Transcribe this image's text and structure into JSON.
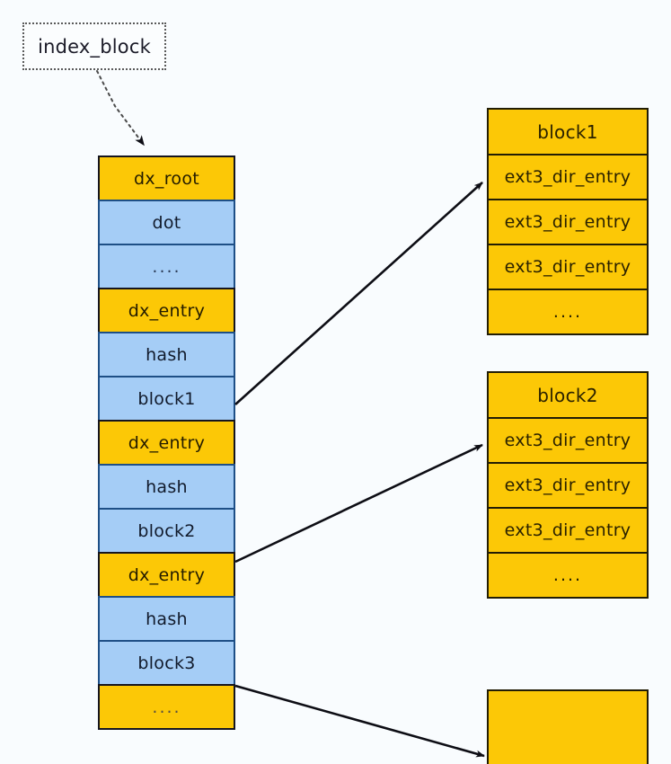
{
  "annotation": {
    "label": "index_block"
  },
  "index_column": {
    "name": "index-block-table",
    "rows": [
      {
        "label": "dx_root",
        "style": "yellow"
      },
      {
        "label": "dot",
        "style": "blue"
      },
      {
        "label": "....",
        "style": "blue"
      },
      {
        "label": "dx_entry",
        "style": "yellow"
      },
      {
        "label": "hash",
        "style": "blue"
      },
      {
        "label": "block1",
        "style": "blue"
      },
      {
        "label": "dx_entry",
        "style": "yellow"
      },
      {
        "label": "hash",
        "style": "blue"
      },
      {
        "label": "block2",
        "style": "blue"
      },
      {
        "label": "dx_entry",
        "style": "yellow"
      },
      {
        "label": "hash",
        "style": "blue"
      },
      {
        "label": "block3",
        "style": "blue"
      },
      {
        "label": "....",
        "style": "yellow"
      }
    ]
  },
  "data_blocks": [
    {
      "name": "block1",
      "header": "block1",
      "rows": [
        "ext3_dir_entry",
        "ext3_dir_entry",
        "ext3_dir_entry",
        "...."
      ]
    },
    {
      "name": "block2",
      "header": "block2",
      "rows": [
        "ext3_dir_entry",
        "ext3_dir_entry",
        "ext3_dir_entry",
        "...."
      ]
    },
    {
      "name": "block3",
      "header": "",
      "rows": []
    }
  ],
  "colors": {
    "yellow": "#fcc806",
    "blue": "#a5cdf6",
    "yellow_border": "#221d05",
    "blue_border": "#1e4f86",
    "background": "#f9fcfe",
    "arrow": "#0d0d14"
  }
}
